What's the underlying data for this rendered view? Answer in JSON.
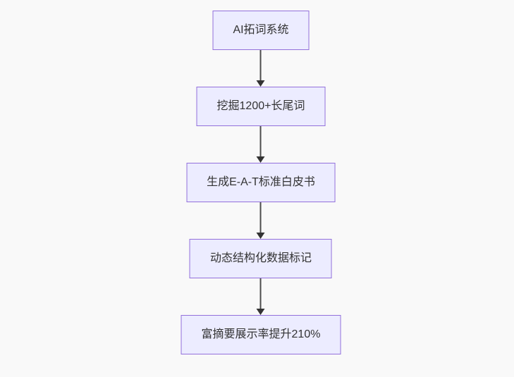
{
  "page": {
    "background_color": "#f9f9f9"
  },
  "flowchart": {
    "type": "flowchart",
    "direction": "top-down",
    "style": {
      "node_fill": "#ECECFF",
      "node_border": "#9370DB",
      "text_color": "#333333",
      "arrow_color": "#333333"
    },
    "nodes": [
      {
        "id": "n1",
        "label": "AI拓词系统"
      },
      {
        "id": "n2",
        "label": "挖掘1200+长尾词"
      },
      {
        "id": "n3",
        "label": "生成E-A-T标准白皮书"
      },
      {
        "id": "n4",
        "label": "动态结构化数据标记"
      },
      {
        "id": "n5",
        "label": "富摘要展示率提升210%"
      }
    ],
    "edges": [
      {
        "from": "n1",
        "to": "n2"
      },
      {
        "from": "n2",
        "to": "n3"
      },
      {
        "from": "n3",
        "to": "n4"
      },
      {
        "from": "n4",
        "to": "n5"
      }
    ]
  }
}
